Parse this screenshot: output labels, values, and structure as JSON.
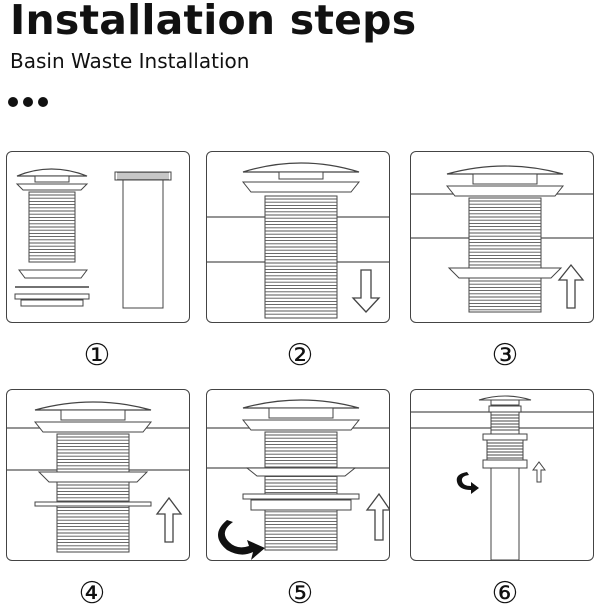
{
  "header": {
    "title": "Installation steps",
    "subtitle": "Basin Waste Installation"
  },
  "steps": [
    {
      "number": "①"
    },
    {
      "number": "②"
    },
    {
      "number": "③"
    },
    {
      "number": "④"
    },
    {
      "number": "⑤"
    },
    {
      "number": "⑥"
    }
  ]
}
